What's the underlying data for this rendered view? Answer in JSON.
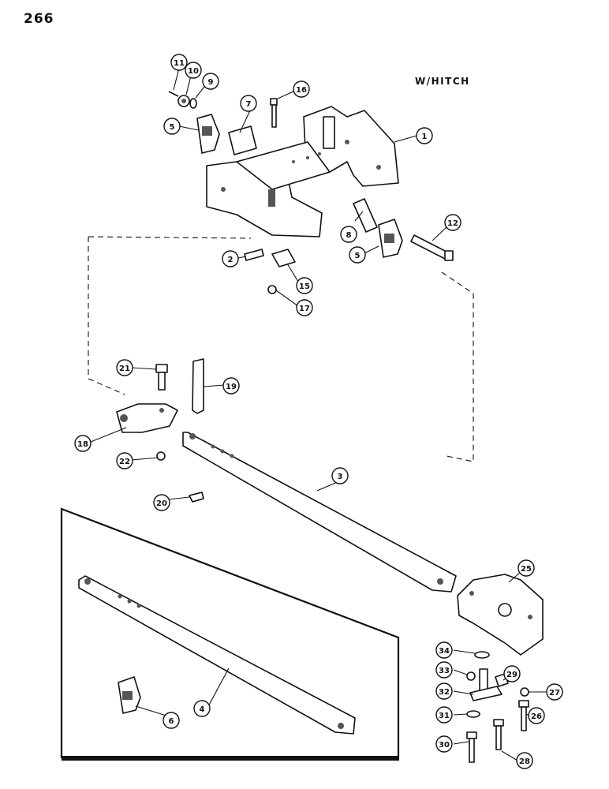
{
  "page": {
    "number": "266",
    "subtitle": "W/HITCH"
  },
  "callouts": [
    "1",
    "2",
    "3",
    "4",
    "5",
    "5",
    "6",
    "7",
    "8",
    "9",
    "10",
    "11",
    "12",
    "15",
    "16",
    "17",
    "18",
    "19",
    "20",
    "21",
    "22",
    "25",
    "26",
    "27",
    "28",
    "29",
    "30",
    "31",
    "32",
    "33",
    "34"
  ]
}
